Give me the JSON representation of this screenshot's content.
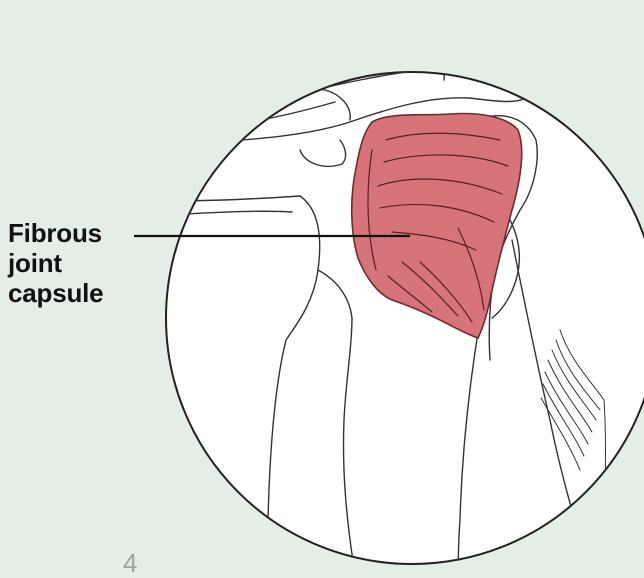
{
  "callout": {
    "lines": [
      "Fibrous",
      "joint",
      "capsule"
    ]
  },
  "page_number": "4",
  "colors": {
    "background": "#e4eee6",
    "circle_fill": "#ffffff",
    "outline": "#222222",
    "capsule_fill": "#d77479",
    "capsule_stroke": "#6f2a2e",
    "label_text": "#111111",
    "page_number_text": "#9aa59c"
  }
}
